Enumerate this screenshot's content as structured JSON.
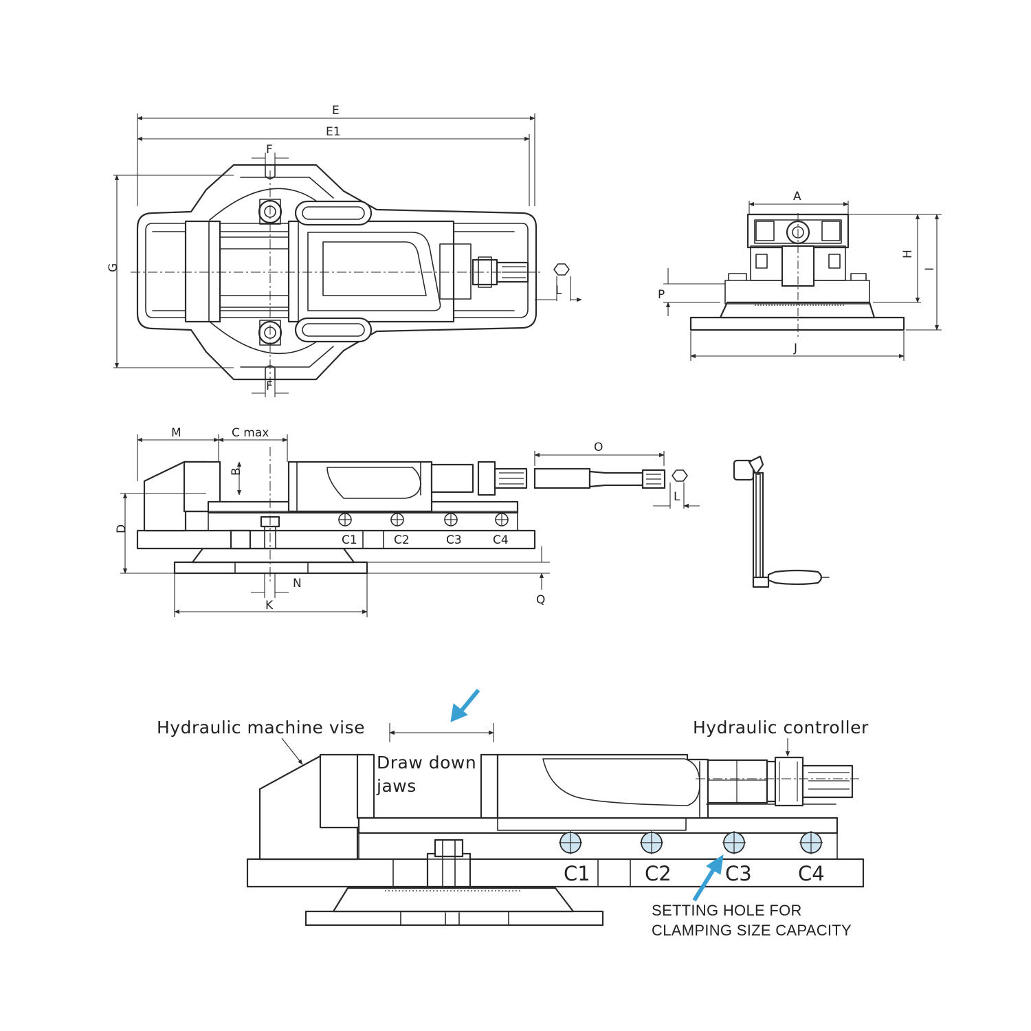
{
  "dimensions": {
    "E": "E",
    "E1": "E1",
    "F_top": "F",
    "F_bottom": "F",
    "G": "G",
    "L_top": "L",
    "A": "A",
    "H": "H",
    "I": "I",
    "P": "P",
    "J": "J",
    "M": "M",
    "C_max": "C max",
    "B": "B",
    "D": "D",
    "O": "O",
    "L_side": "L",
    "N": "N",
    "K": "K",
    "Q": "Q"
  },
  "side_view_positions": {
    "c1": "C1",
    "c2": "C2",
    "c3": "C3",
    "c4": "C4"
  },
  "callout": {
    "vise_label": "Hydraulic machine vise",
    "jaws_line1": "Draw down",
    "jaws_line2": "jaws",
    "controller_label": "Hydraulic controller",
    "c1": "C1",
    "c2": "C2",
    "c3": "C3",
    "c4": "C4",
    "setting_line1": "SETTING HOLE FOR",
    "setting_line2": "CLAMPING SIZE CAPACITY"
  },
  "colors": {
    "accent_arrow": "#3aa0d4",
    "line": "#2a2a2a",
    "hole_fill": "#cfe6f2"
  }
}
